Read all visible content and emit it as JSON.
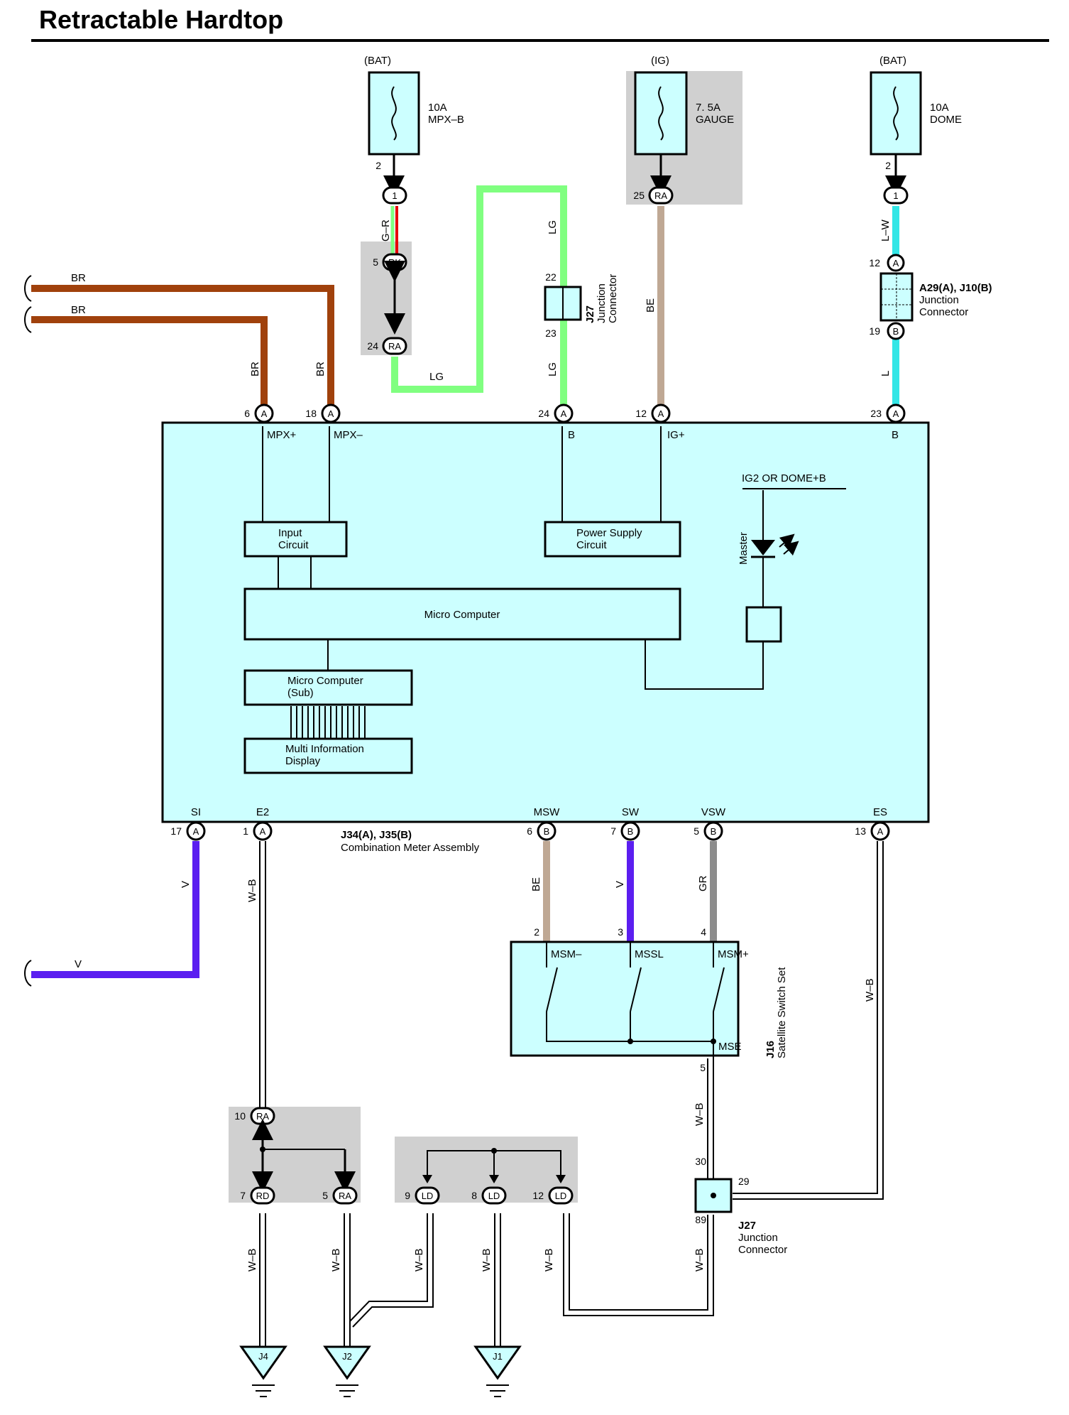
{
  "page": {
    "title": "Retractable Hardtop"
  },
  "power": {
    "fuse1": {
      "source": "(BAT)",
      "amp": "10A",
      "name": "MPX–B",
      "pin": "2"
    },
    "fuse2": {
      "source": "(IG)",
      "amp": "7. 5A",
      "name": "GAUGE",
      "conn": "RA",
      "pin": "25"
    },
    "fuse3": {
      "source": "(BAT)",
      "amp": "10A",
      "name": "DOME",
      "pin": "2"
    }
  },
  "connectors": {
    "junction_top": {
      "ref": "J27",
      "line1": "Junction",
      "line2": "Connector",
      "pin_in": "22",
      "pin_out": "23"
    },
    "junction_right": {
      "ref": "A29(A), J10(B)",
      "line1": "Junction",
      "line2": "Connector",
      "pin_in": "12",
      "pin_out": "19",
      "in_tag": "A",
      "out_tag": "B"
    },
    "junction_bottom": {
      "ref": "J27",
      "line1": "Junction",
      "line2": "Connector",
      "pin_in": "30",
      "pin_side": "29",
      "pin_out": "89"
    },
    "rk": {
      "tag": "RK",
      "pin": "5"
    },
    "ra_top": {
      "tag": "RA",
      "pin": "24"
    },
    "one": "1"
  },
  "wires": {
    "br": "BR",
    "lg": "LG",
    "gr_red": "G–R",
    "be": "BE",
    "lw": "L–W",
    "l": "L",
    "v": "V",
    "wb": "W–B",
    "gr": "GR"
  },
  "meter": {
    "ref": "J34(A), J35(B)",
    "name": "Combination Meter Assembly",
    "top_pins": [
      {
        "num": "6",
        "tag": "A",
        "sig": "MPX+"
      },
      {
        "num": "18",
        "tag": "A",
        "sig": "MPX–"
      },
      {
        "num": "24",
        "tag": "A",
        "sig": "B"
      },
      {
        "num": "12",
        "tag": "A",
        "sig": "IG+"
      },
      {
        "num": "23",
        "tag": "A",
        "sig": "B"
      }
    ],
    "bottom_pins": [
      {
        "num": "17",
        "tag": "A",
        "sig": "SI"
      },
      {
        "num": "1",
        "tag": "A",
        "sig": "E2"
      },
      {
        "num": "6",
        "tag": "B",
        "sig": "MSW"
      },
      {
        "num": "7",
        "tag": "B",
        "sig": "SW"
      },
      {
        "num": "5",
        "tag": "B",
        "sig": "VSW"
      },
      {
        "num": "13",
        "tag": "A",
        "sig": "ES"
      }
    ],
    "blocks": {
      "input": [
        "Input",
        "Circuit"
      ],
      "power": [
        "Power Supply",
        "Circuit"
      ],
      "micro": "Micro Computer",
      "micro_sub": [
        "Micro Computer",
        "(Sub)"
      ],
      "mid": [
        "Multi Information",
        "Display"
      ]
    },
    "led_supply": "IG2 OR DOME+B",
    "led_label": "Master"
  },
  "switch_set": {
    "ref": "J16",
    "name": "Satellite Switch Set",
    "pins": [
      "2",
      "3",
      "4"
    ],
    "contacts": [
      "MSM–",
      "MSSL",
      "MSM+"
    ],
    "common": "MSE",
    "common_pin": "5"
  },
  "ground_junction": {
    "in": {
      "num": "10",
      "tag": "RA"
    },
    "out": [
      {
        "num": "7",
        "tag": "RD"
      },
      {
        "num": "5",
        "tag": "RA"
      }
    ]
  },
  "ld_junction": [
    {
      "num": "9",
      "tag": "LD"
    },
    {
      "num": "8",
      "tag": "LD"
    },
    {
      "num": "12",
      "tag": "LD"
    }
  ],
  "grounds": [
    "J4",
    "J2",
    "J1"
  ],
  "colors": {
    "brown": "#a0410c",
    "lightgreen": "#80ff80",
    "tan": "#bfa894",
    "cyan": "#33e6e6",
    "violet": "#5b1ef0",
    "gray": "#8c8c8c",
    "red": "#e60000",
    "panel": "#ccffff"
  }
}
